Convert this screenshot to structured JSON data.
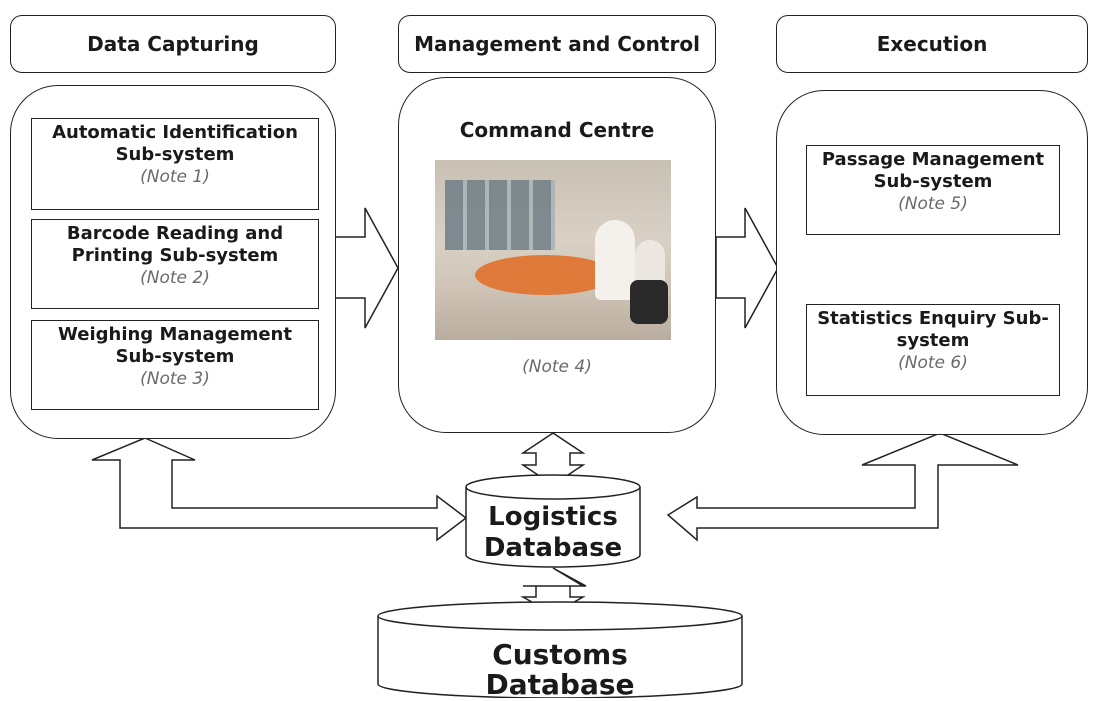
{
  "headers": {
    "data_capturing": "Data Capturing",
    "management_control": "Management and Control",
    "execution": "Execution"
  },
  "data_capturing": {
    "subsystems": [
      {
        "title": "Automatic Identification Sub-system",
        "note": "(Note 1)"
      },
      {
        "title": "Barcode Reading and Printing Sub-system",
        "note": "(Note 2)"
      },
      {
        "title": "Weighing Management Sub-system",
        "note": "(Note 3)"
      }
    ]
  },
  "command_centre": {
    "title": "Command Centre",
    "note": "(Note 4)"
  },
  "execution": {
    "subsystems": [
      {
        "title": "Passage Management Sub-system",
        "note": "(Note 5)"
      },
      {
        "title": "Statistics Enquiry Sub-system",
        "note": "(Note 6)"
      }
    ]
  },
  "databases": {
    "logistics_line1": "Logistics",
    "logistics_line2": "Database",
    "customs_line1": "Customs",
    "customs_line2": "Database"
  }
}
